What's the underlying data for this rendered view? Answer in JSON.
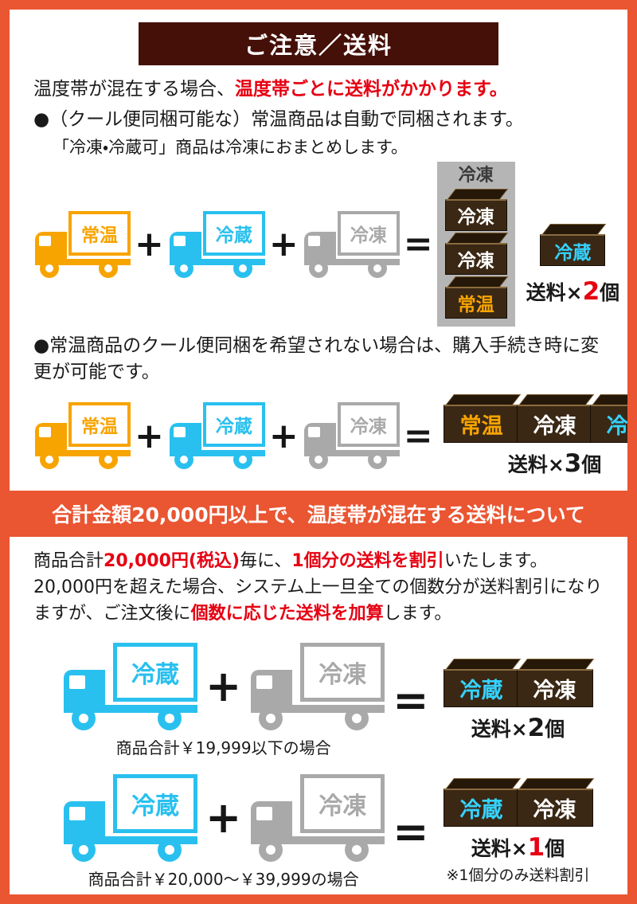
{
  "colors": {
    "frame": "#ea5532",
    "header_bg": "#451008",
    "banner_bg": "#ea5532",
    "red_text": "#e60012",
    "normal": "#f7a400",
    "chilled": "#29c0ef",
    "frozen": "#a9a9a9",
    "box_front": "#3a2815",
    "box_top": "#261808",
    "panel_bg": "#b5b5b5"
  },
  "header": {
    "title": "ご注意／送料"
  },
  "labels": {
    "normal": "常温",
    "chilled": "冷蔵",
    "frozen": "冷凍"
  },
  "symbols": {
    "plus": "+",
    "equals": "="
  },
  "intro": {
    "plain": "温度帯が混在する場合、",
    "highlight": "温度帯ごとに送料がかかります。"
  },
  "auto_pack": {
    "bullet": "●（クール便同梱可能な）常温商品は自動で同梱されます。",
    "note": "「冷凍・冷蔵可」商品は冷凍におまとめします。",
    "shipping_prefix": "送料×",
    "shipping_count": "2",
    "shipping_suffix": "個"
  },
  "manual_pack": {
    "bullet": "●常温商品のクール便同梱を希望されない場合は、購入手続き時に変更が可能です。",
    "shipping_prefix": "送料×",
    "shipping_count": "3",
    "shipping_suffix": "個"
  },
  "banner": {
    "title": "合計金額20,000円以上で、温度帯が混在する送料について"
  },
  "discount": {
    "p1_a": "商品合計",
    "p1_b": "20,000円(税込)",
    "p1_c": "毎に、",
    "p1_d": "1個分の送料を割引",
    "p1_e": "いたします。",
    "p2_a": "20,000円を超えた場合、システム上一旦全ての個数分が送料割引になりますが、ご注文後に",
    "p2_b": "個数に応じた送料を加算",
    "p2_c": "します。"
  },
  "case_under": {
    "caption": "商品合計￥19,999以下の場合",
    "shipping_prefix": "送料×",
    "shipping_count": "2",
    "shipping_suffix": "個"
  },
  "case_over": {
    "caption": "商品合計￥20,000～￥39,999の場合",
    "shipping_prefix": "送料×",
    "shipping_count": "1",
    "shipping_suffix": "個",
    "note": "※1個分のみ送料割引"
  }
}
